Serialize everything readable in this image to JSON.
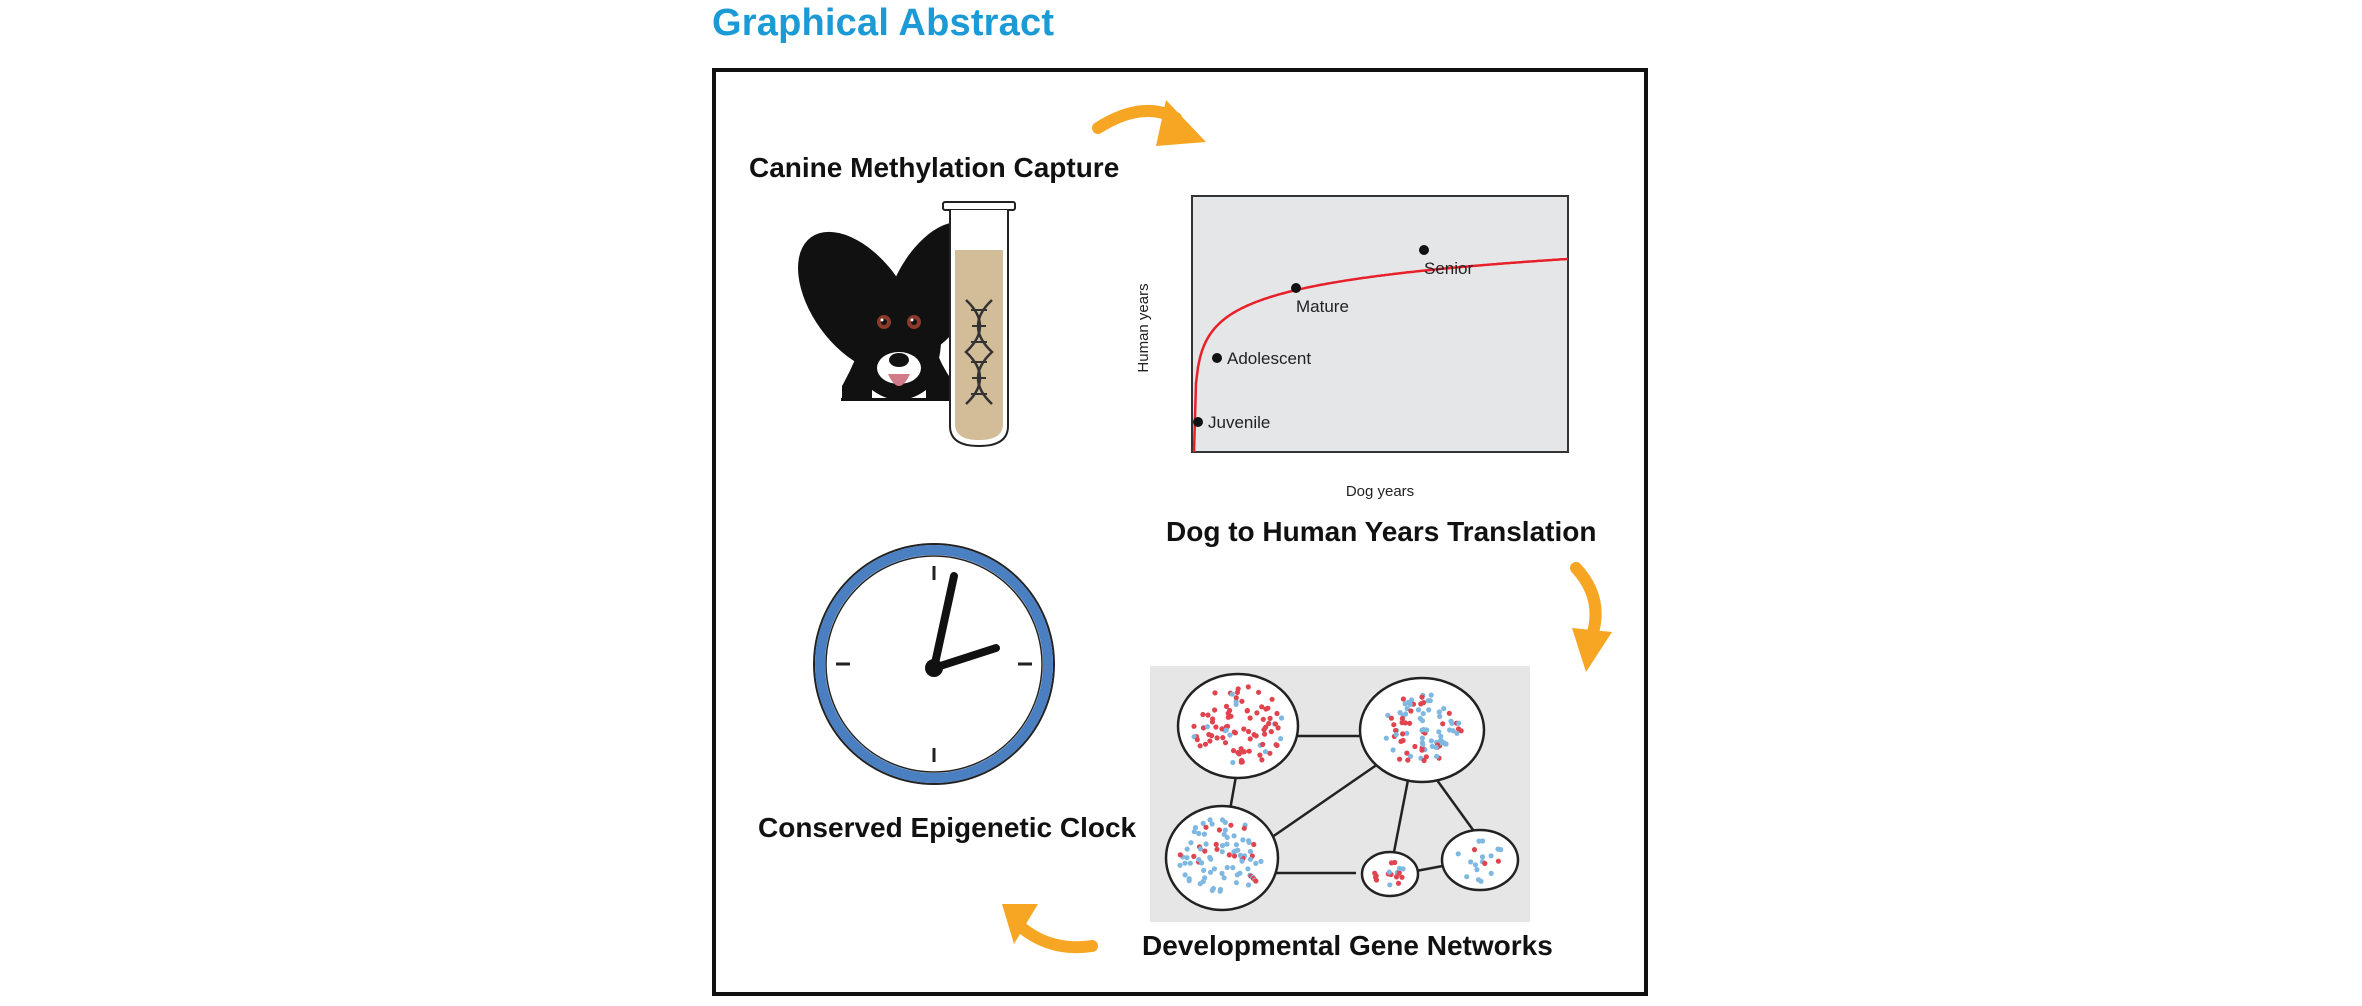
{
  "header": {
    "title": "Graphical Abstract"
  },
  "panels": {
    "capture": {
      "label": "Canine Methylation Capture",
      "dog_icon": "dog-face-icon",
      "tube_icon": "test-tube-dna-icon"
    },
    "translation": {
      "label": "Dog to Human Years Translation",
      "x_axis_label": "Dog years",
      "y_axis_label": "Human years"
    },
    "networks": {
      "label": "Developmental Gene Networks"
    },
    "clock": {
      "label": "Conserved Epigenetic Clock",
      "clock_icon": "clock-icon"
    }
  },
  "chart_data": {
    "type": "line",
    "title": "",
    "xlabel": "Dog years",
    "ylabel": "Human years",
    "axis_ticks": "none",
    "series": [
      {
        "color": "#e8202a",
        "curve": "logarithmic"
      }
    ],
    "annotations": [
      {
        "label": "Juvenile"
      },
      {
        "label": "Adolescent"
      },
      {
        "label": "Mature"
      },
      {
        "label": "Senior"
      }
    ]
  },
  "colors": {
    "accent_blue": "#1b9ad6",
    "arrow_orange": "#f6a623",
    "curve_red": "#e8202a",
    "plot_bg": "#e5e6e8",
    "clock_ring": "#4a7fc1"
  }
}
